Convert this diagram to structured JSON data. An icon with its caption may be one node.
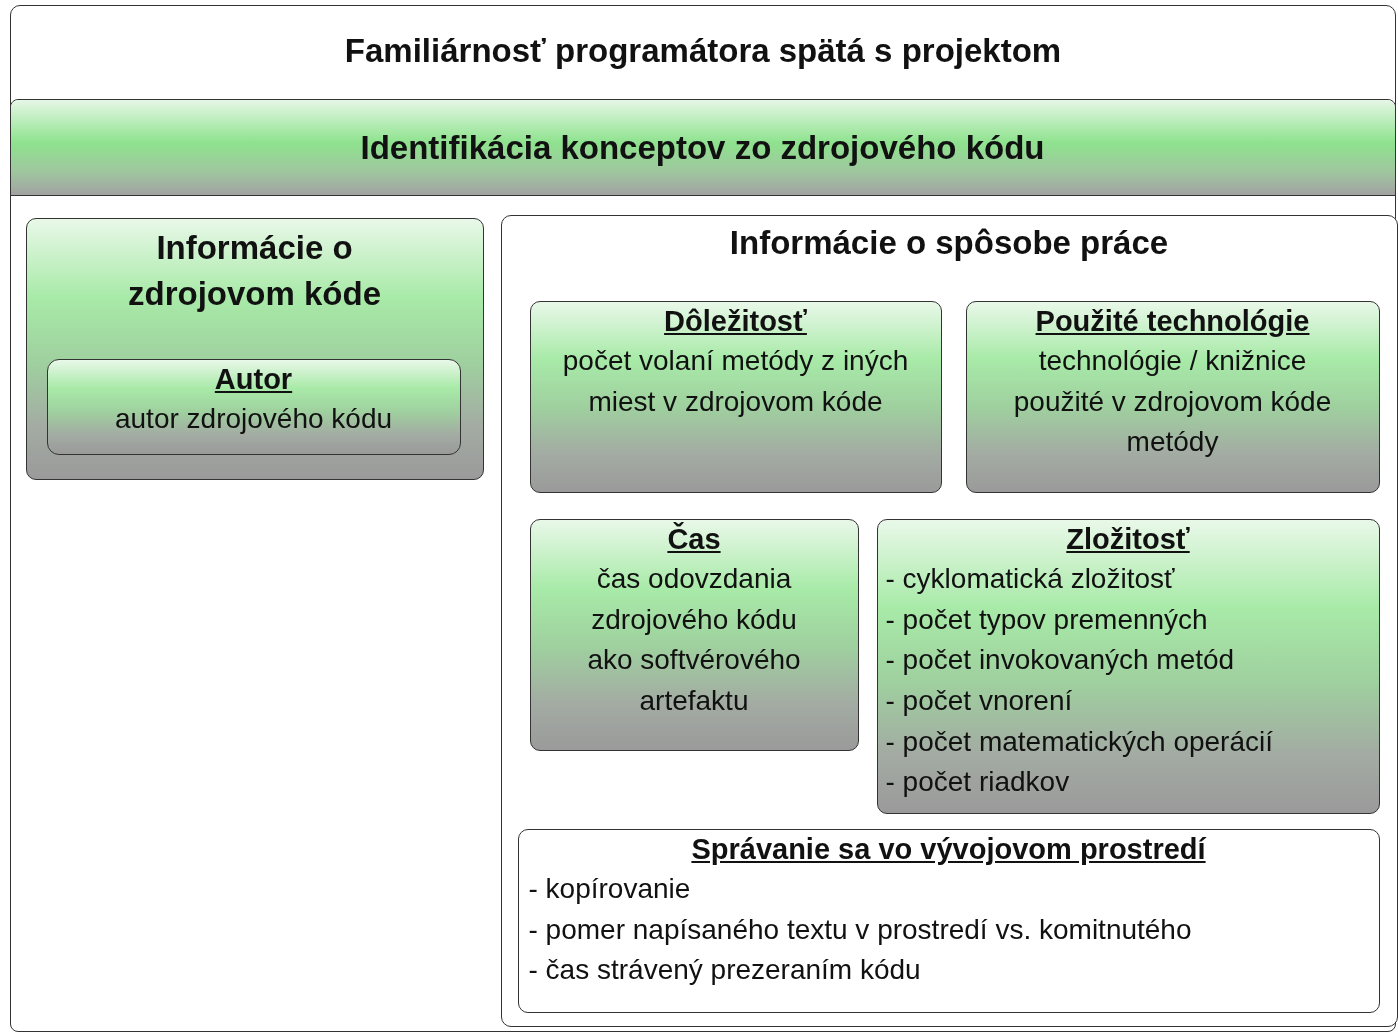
{
  "diagram": {
    "nodes": [
      {
        "text": [
          "Familiárnosť programátora spätá s projektom"
        ]
      },
      {
        "text": [
          "Identifikácia konceptov zo zdrojového kódu"
        ],
        "in": 0
      },
      {
        "text": [
          "Informácie o zdrojovom kóde"
        ],
        "in": 1
      },
      {
        "text": [
          "Autor",
          "autor zdrojového kódu"
        ],
        "in": 2
      },
      {
        "text": [
          "Informácie o spôsobe práce"
        ],
        "in": 1
      },
      {
        "text": [
          "Dôležitosť",
          "počet volaní metódy z iných miest v zdrojovom kóde"
        ],
        "in": 4
      },
      {
        "text": [
          "Použité technológie",
          "technológie / knižnice použité v zdrojovom kóde metódy"
        ],
        "in": 4
      },
      {
        "text": [
          "Čas",
          "čas odovzdania zdrojového kódu ako softvérového artefaktu"
        ],
        "in": 4
      },
      {
        "text": [
          "Zložitosť",
          "- cyklomatická zložitosť",
          "- počet typov premenných",
          "- počet invokovaných metód",
          "- počet vnorení",
          "- počet matematických operácií",
          "- počet riadkov"
        ],
        "in": 4
      },
      {
        "text": [
          "Správanie sa vo vývojovom prostredí",
          "- kopírovanie",
          "- pomer napísaného textu v prostredí vs. komitnutého",
          "- čas strávený prezeraním kódu"
        ],
        "in": 4
      }
    ]
  }
}
